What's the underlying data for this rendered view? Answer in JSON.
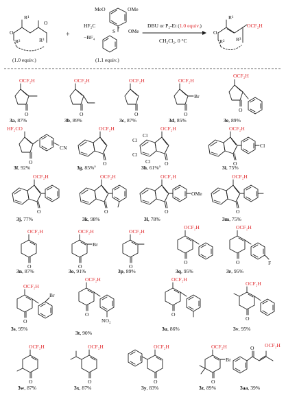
{
  "header": {
    "reagent_top": "MeO",
    "reagent_top_right": "OMe",
    "reagent_side_me": "OMe",
    "reagent_cf2h": "HF₂C",
    "reagent_s": "S",
    "reagent_plus": "+",
    "reagent_bf4": "−BF₄",
    "conditions_line1_a": "DBU or P₂-Et (",
    "conditions_line1_b": "1.0 equiv.",
    "conditions_line1_c": ")",
    "conditions_line2": "CH₂Cl₂, 0 °C",
    "equiv_left": "(1.0 equiv.)",
    "equiv_right": "(1.1 equiv.)",
    "plus_sign": "+",
    "r1": "R¹",
    "r2": "R²",
    "r3": "R³",
    "o": "O",
    "ocf2h": "OCF₂H"
  },
  "compounds": [
    {
      "id": "3a",
      "yield": "87%"
    },
    {
      "id": "3b",
      "yield": "89%"
    },
    {
      "id": "3c",
      "yield": "87%"
    },
    {
      "id": "3d",
      "yield": "85%"
    },
    {
      "id": "3e",
      "yield": "89%"
    },
    {
      "id": "3f",
      "yield": "92%"
    },
    {
      "id": "3g",
      "yield": "85%",
      "note": "a"
    },
    {
      "id": "3h",
      "yield": "61%",
      "note": "a"
    },
    {
      "id": "3i",
      "yield": "75%"
    },
    {
      "id": "3j",
      "yield": "77%"
    },
    {
      "id": "3k",
      "yield": "98%"
    },
    {
      "id": "3l",
      "yield": "78%"
    },
    {
      "id": "3m",
      "yield": "75%"
    },
    {
      "id": "3n",
      "yield": "87%"
    },
    {
      "id": "3o",
      "yield": "91%"
    },
    {
      "id": "3p",
      "yield": "89%"
    },
    {
      "id": "3q",
      "yield": "95%"
    },
    {
      "id": "3r",
      "yield": "95%"
    },
    {
      "id": "3s",
      "yield": "95%"
    },
    {
      "id": "3t",
      "yield": "90%"
    },
    {
      "id": "3u",
      "yield": "86%"
    },
    {
      "id": "3v",
      "yield": "95%"
    },
    {
      "id": "3w",
      "yield": "87%"
    },
    {
      "id": "3x",
      "yield": "87%"
    },
    {
      "id": "3y",
      "yield": "83%"
    },
    {
      "id": "3z",
      "yield": "89%"
    },
    {
      "id": "3aa",
      "yield": "39%"
    }
  ],
  "substituents": {
    "br": "Br",
    "cl": "Cl",
    "f": "F",
    "cn": "CN",
    "ome": "OMe",
    "no2": "NO₂",
    "hf2co": "HF₂CO"
  },
  "colors": {
    "accent_red": "#e0262a",
    "ink": "#111111"
  }
}
